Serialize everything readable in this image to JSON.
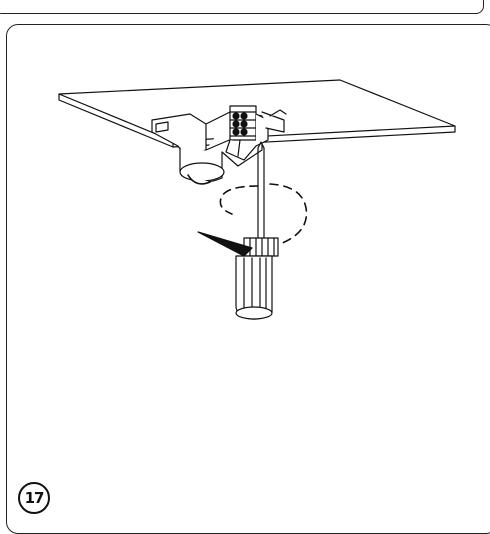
{
  "step": {
    "number": "17"
  },
  "illustration": {
    "subject": "ceiling-mount-installation",
    "tool": "screwdriver",
    "action": "rotate"
  },
  "colors": {
    "line": "#111111",
    "background": "#ffffff"
  }
}
